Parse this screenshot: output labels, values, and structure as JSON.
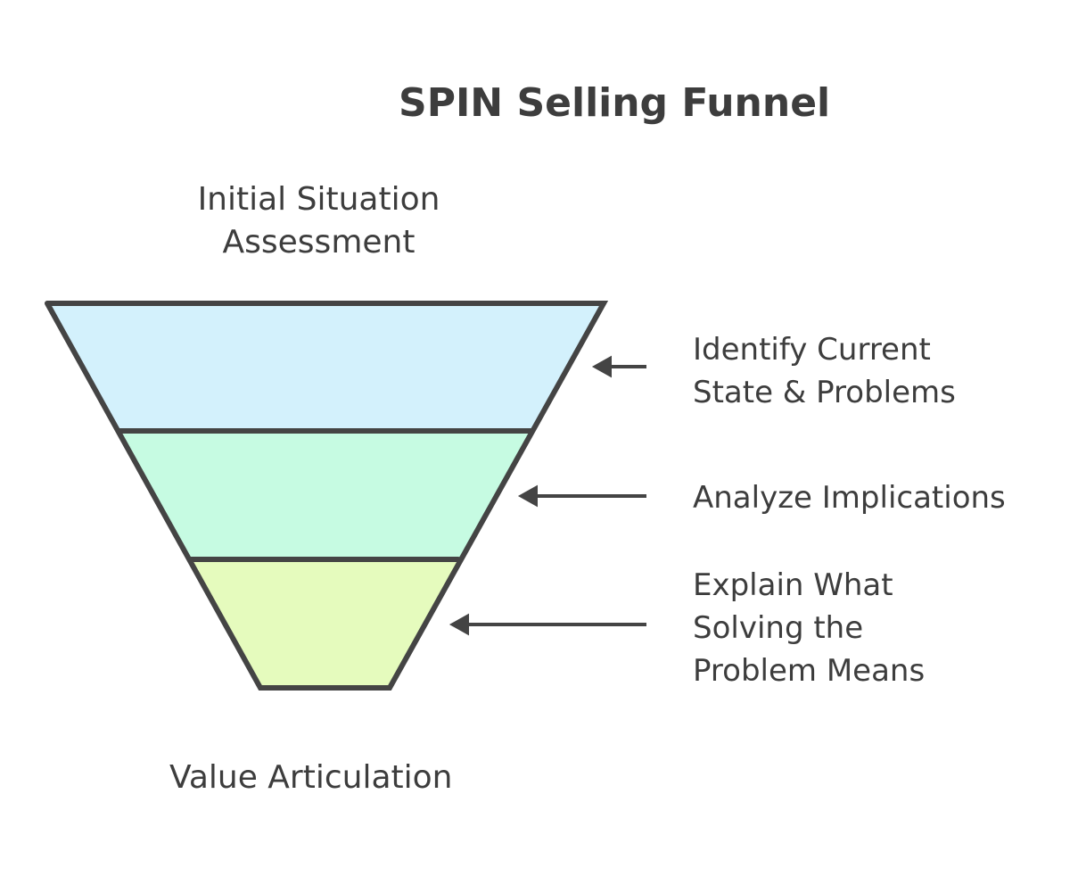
{
  "title": "SPIN Selling Funnel",
  "top_label": "Initial Situation Assessment",
  "bottom_label": "Value Articulation",
  "stages": [
    {
      "label": "Identify Current State & Problems",
      "color": "#d3f1fc"
    },
    {
      "label": "Analyze Implications",
      "color": "#c6fbe2"
    },
    {
      "label": "Explain What Solving the Problem Means",
      "color": "#e5fbbd"
    }
  ],
  "stroke_color": "#444444"
}
